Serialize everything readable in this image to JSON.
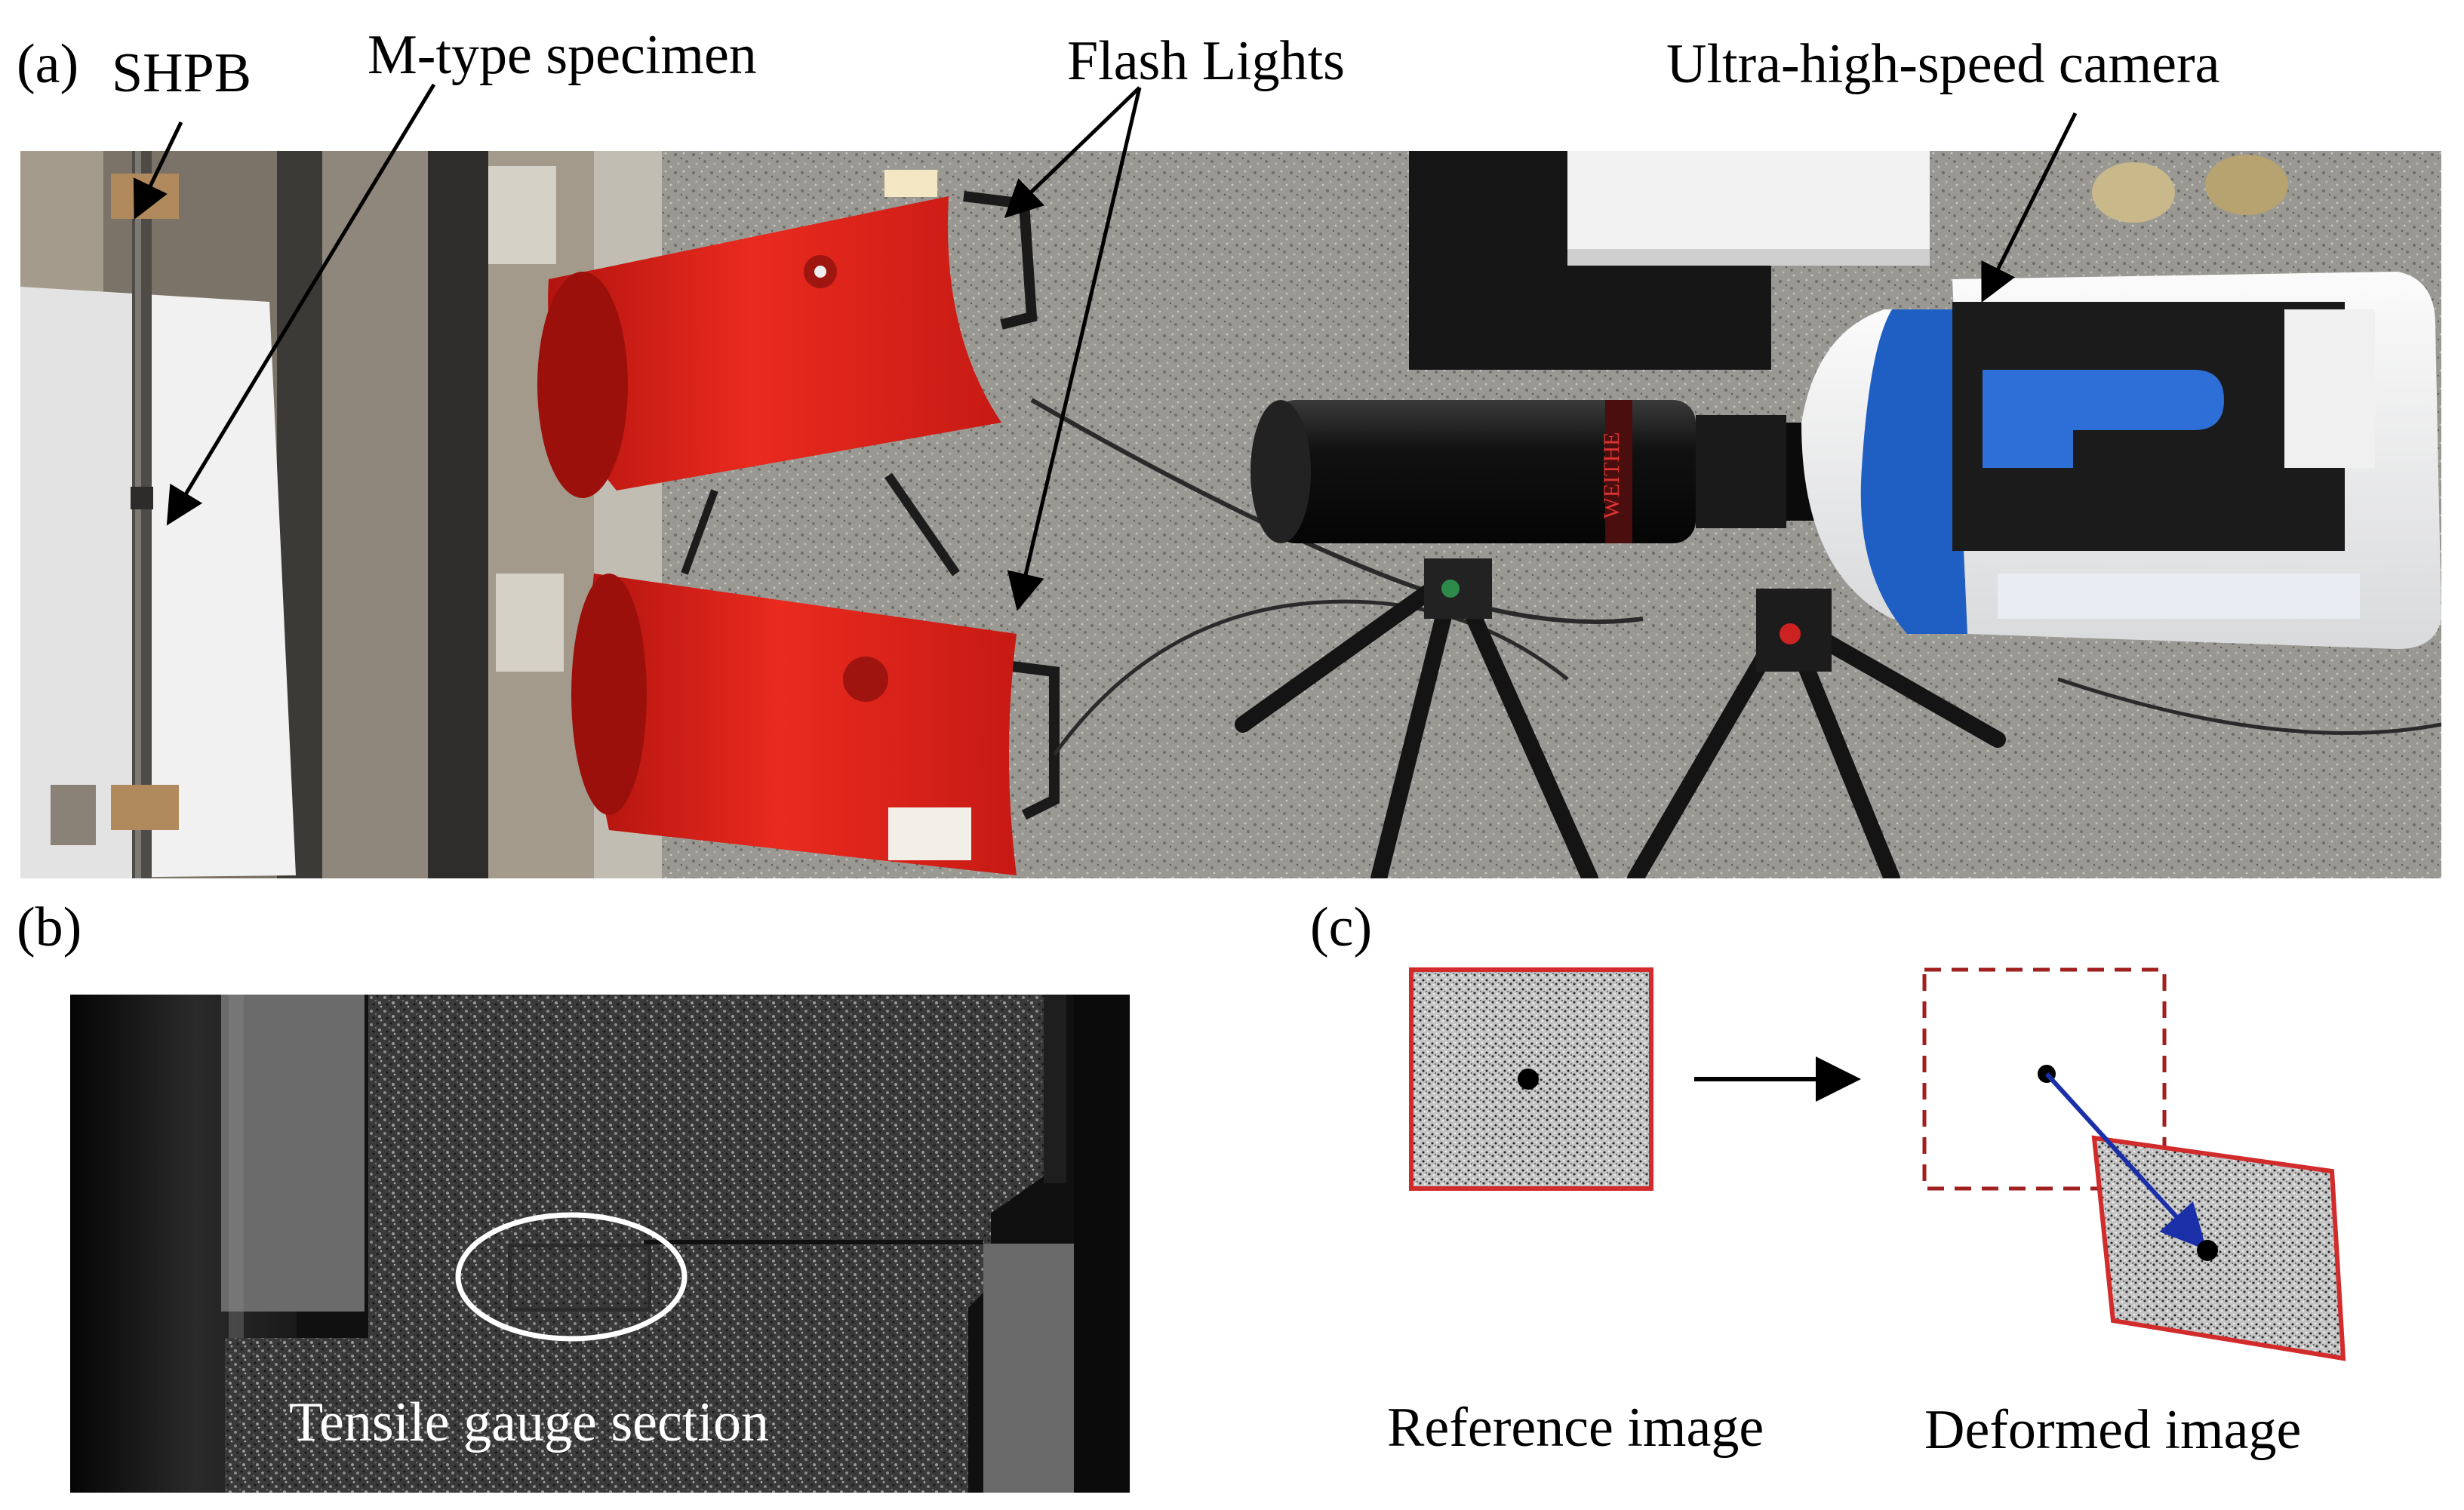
{
  "panel_a": {
    "tag": "(a)",
    "labels": {
      "shpb": "SHPB",
      "specimen": "M-type  specimen",
      "flash": "Flash Lights",
      "camera": "Ultra-high-speed  camera"
    },
    "lens_brand": "WEITHE"
  },
  "panel_b": {
    "tag": "(b)",
    "label": "Tensile  gauge  section"
  },
  "panel_c": {
    "tag": "(c)",
    "reference_label": "Reference image",
    "deformed_label": "Deformed image"
  },
  "colors": {
    "frame_red": "#d12b2b",
    "arrow_blue": "#1a2fa8",
    "flash_red": "#e5231b",
    "camera_blue": "#1f5fc4",
    "ellipse": "#ffffff"
  }
}
